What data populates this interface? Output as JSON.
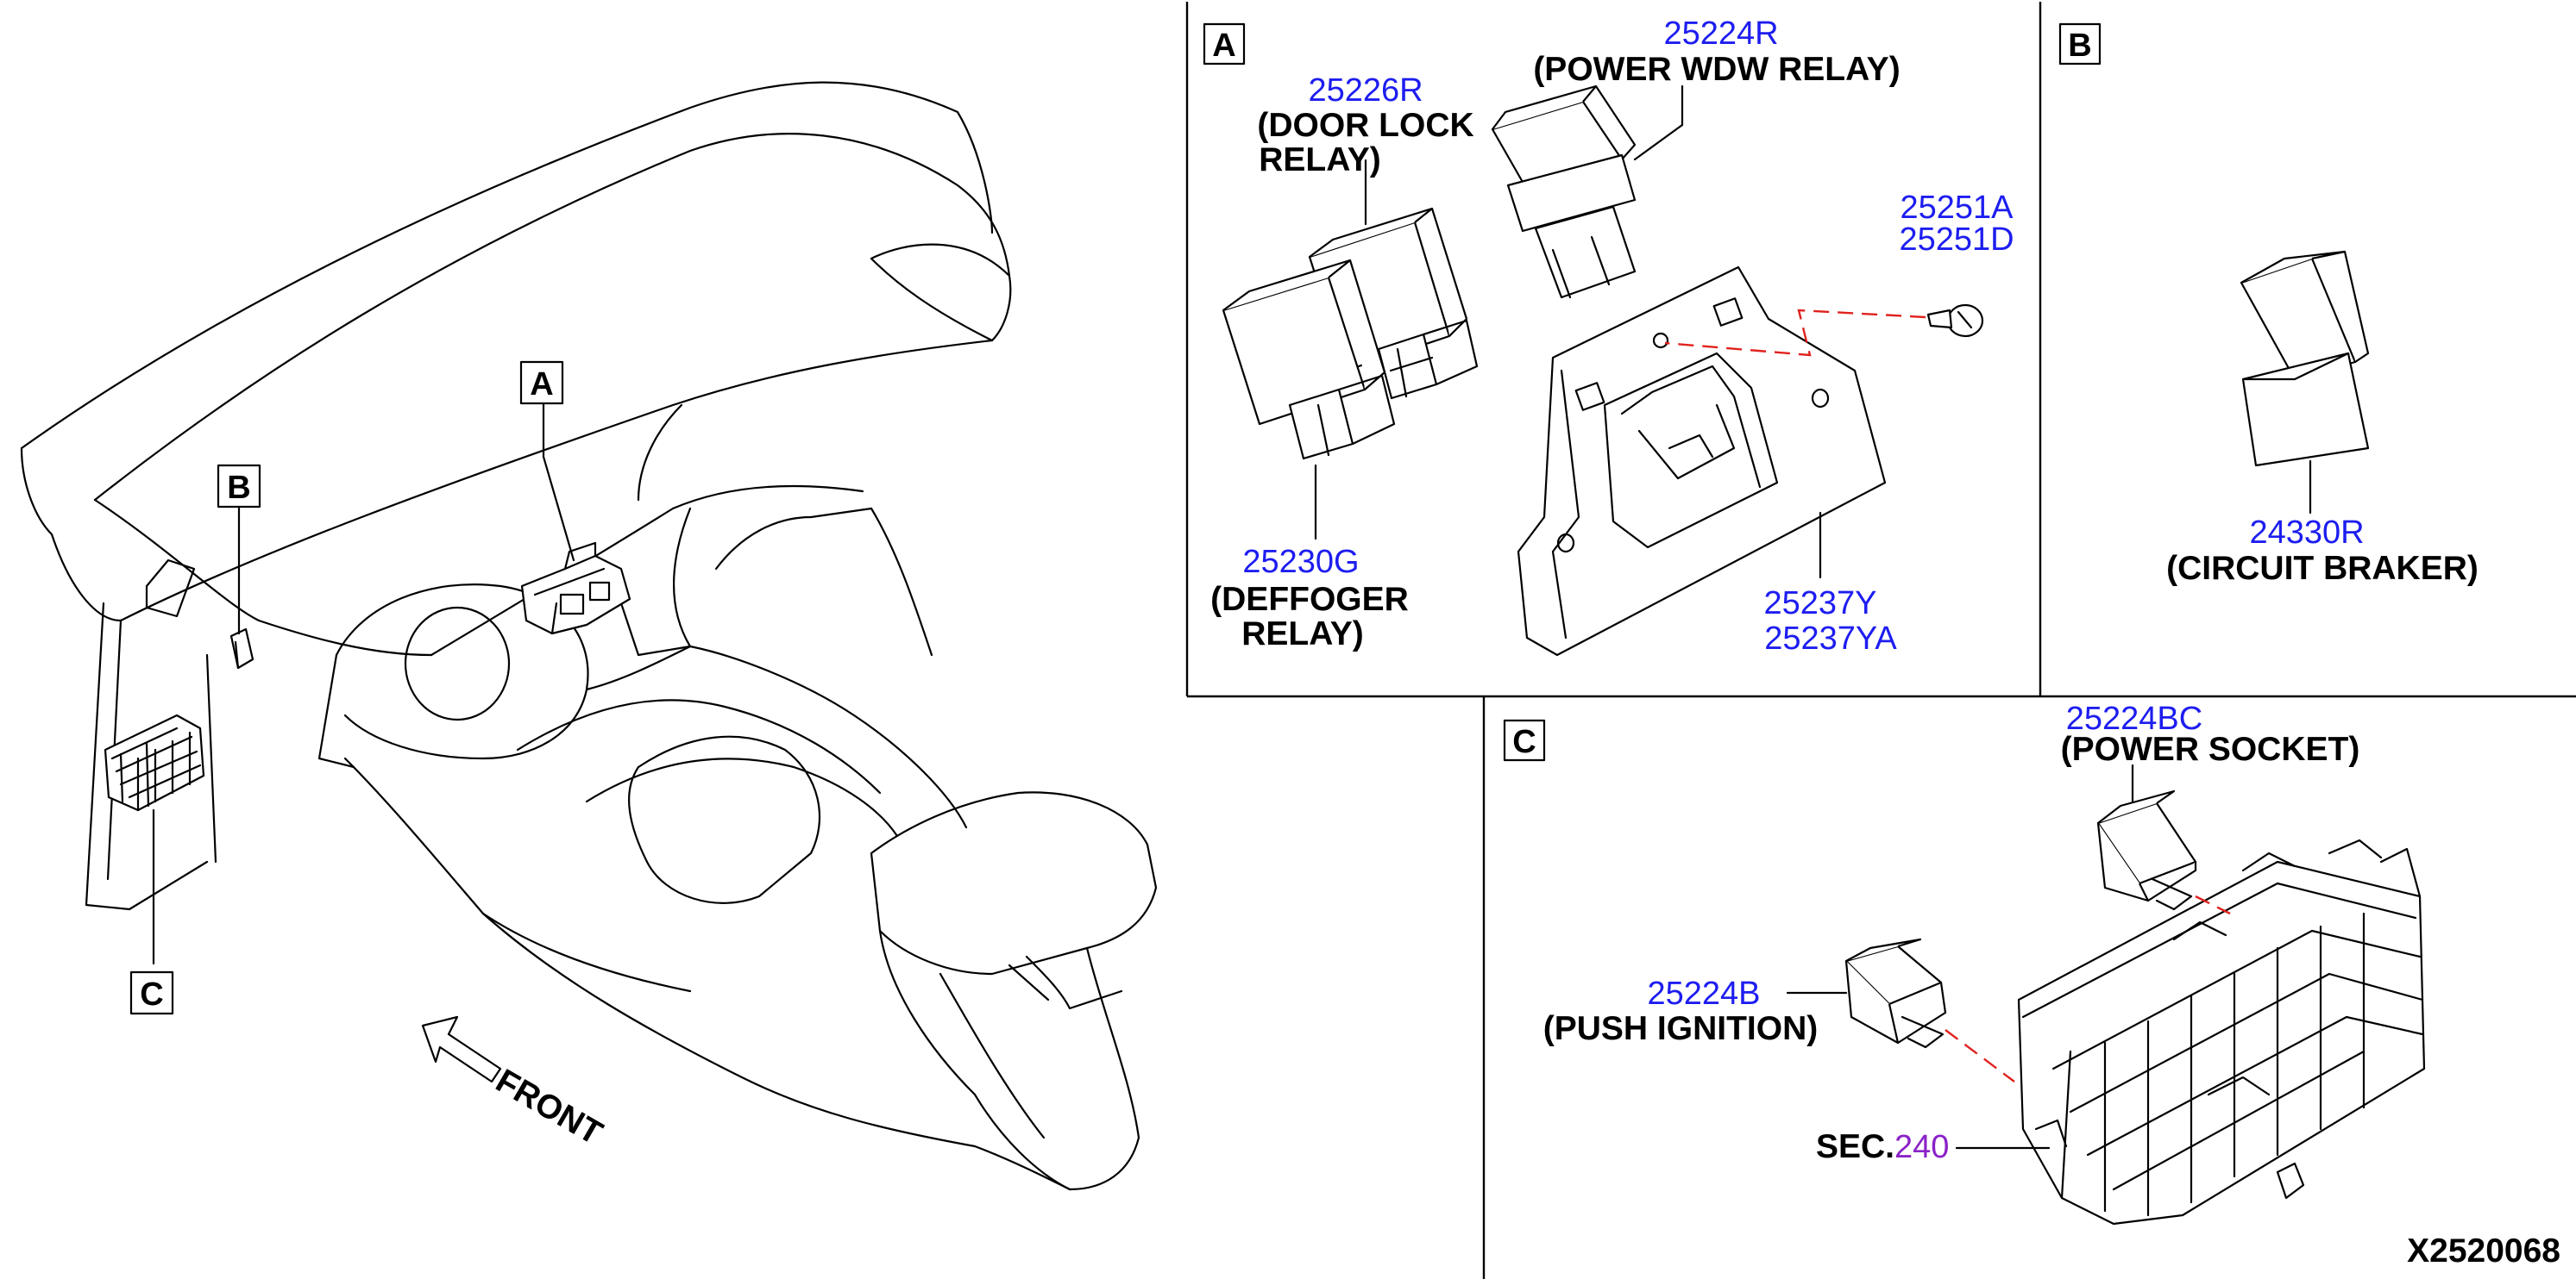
{
  "callouts": {
    "A": "A",
    "B": "B",
    "C": "C"
  },
  "overview": {
    "front_label": "FRONT"
  },
  "panel_a": {
    "tag": "A",
    "parts": [
      {
        "number": "25226R",
        "desc": [
          "(DOOR LOCK",
          "RELAY)"
        ]
      },
      {
        "number": "25224R",
        "desc": [
          "(POWER WDW RELAY)"
        ]
      },
      {
        "number": "25251A",
        "desc": []
      },
      {
        "number": "25251D",
        "desc": []
      },
      {
        "number": "25230G",
        "desc": [
          "(DEFFOGER",
          "RELAY)"
        ]
      },
      {
        "number": "25237Y",
        "desc": []
      },
      {
        "number": "25237YA",
        "desc": []
      }
    ]
  },
  "panel_b": {
    "tag": "B",
    "parts": [
      {
        "number": "24330R",
        "desc": [
          "(CIRCUIT BRAKER)"
        ]
      }
    ]
  },
  "panel_c": {
    "tag": "C",
    "parts": [
      {
        "number": "25224BC",
        "desc": [
          "(POWER SOCKET)"
        ]
      },
      {
        "number": "25224B",
        "desc": [
          "(PUSH IGNITION)"
        ]
      }
    ],
    "section_ref": {
      "prefix": "SEC.",
      "number": "240"
    }
  },
  "diagram_id": "X2520068",
  "colors": {
    "part_number": "#1d1df0",
    "section_number": "#8a22c8",
    "dashed_leader": "#e0221e",
    "line": "#000000"
  }
}
